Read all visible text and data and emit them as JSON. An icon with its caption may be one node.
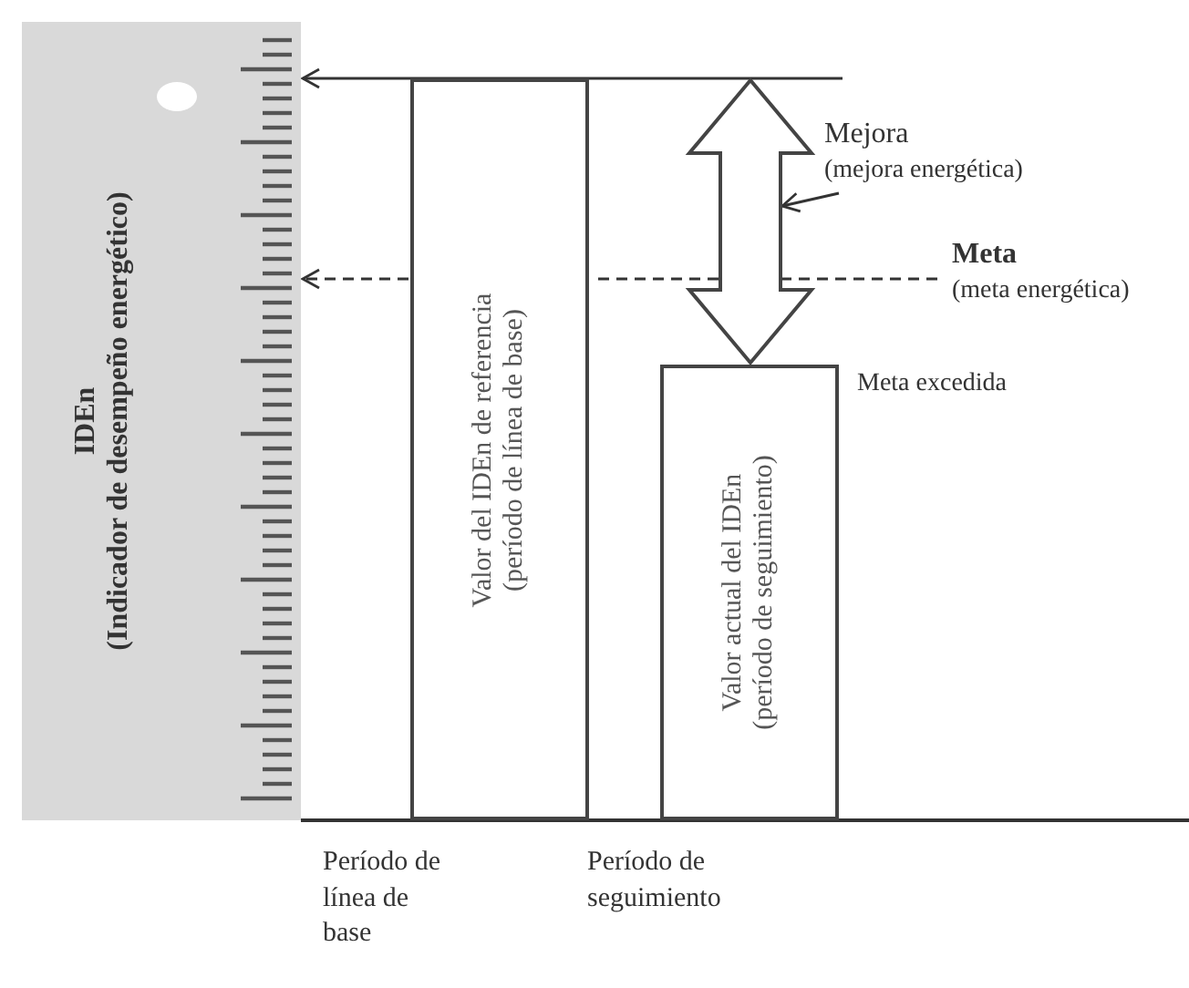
{
  "diagram": {
    "nodes": [
      {
        "text": [
          "IDEn",
          "(Indicador de desempeño energético)"
        ]
      },
      {
        "text": [
          "Valor del IDEn de referencia",
          "(período de línea de base)"
        ]
      },
      {
        "text": [
          "Valor actual del IDEn",
          "(período de seguimiento)"
        ],
        "beside": [
          "Meta excedida"
        ]
      },
      {
        "text": [],
        "shape": "arrow"
      },
      {
        "text": [
          "Mejora",
          "(mejora energética)"
        ]
      },
      {
        "text": [
          "Meta",
          "(meta energética)"
        ]
      }
    ],
    "edges": [
      {
        "from": 4,
        "to": 3,
        "arrow": "to"
      },
      {
        "from": null,
        "to": 0,
        "arrow": "to"
      },
      {
        "from": 5,
        "to": 3,
        "arrow": "none",
        "style": "dashed"
      },
      {
        "from": 3,
        "to": 1,
        "arrow": "none",
        "style": "dashed"
      },
      {
        "from": 1,
        "to": 0,
        "arrow": "to",
        "style": "dashed"
      }
    ],
    "labels": [
      "Período de línea de base",
      "Período de seguimiento"
    ]
  }
}
